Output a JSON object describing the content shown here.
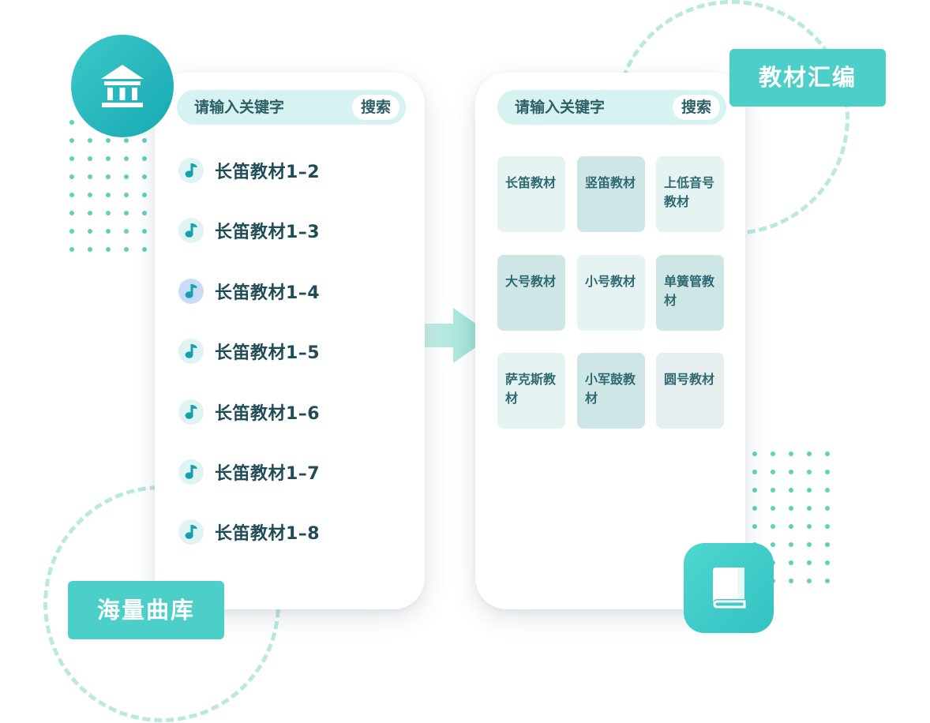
{
  "tags": {
    "library": "海量曲库",
    "compilation": "教材汇编"
  },
  "left_phone": {
    "search": {
      "placeholder": "请输入关键字",
      "button": "搜索"
    },
    "items": [
      {
        "label": "长笛教材1–2",
        "icon": "music-note-icon",
        "active": false
      },
      {
        "label": "长笛教材1–3",
        "icon": "music-note-icon",
        "active": false
      },
      {
        "label": "长笛教材1–4",
        "icon": "music-note-icon",
        "active": true
      },
      {
        "label": "长笛教材1–5",
        "icon": "music-note-icon",
        "active": false
      },
      {
        "label": "长笛教材1–6",
        "icon": "music-note-icon",
        "active": false
      },
      {
        "label": "长笛教材1–7",
        "icon": "music-note-icon",
        "active": false
      },
      {
        "label": "长笛教材1–8",
        "icon": "music-note-icon",
        "active": false
      }
    ]
  },
  "right_phone": {
    "search": {
      "placeholder": "请输入关键字",
      "button": "搜索"
    },
    "tiles": [
      {
        "label": "长笛教材"
      },
      {
        "label": "竖笛教材"
      },
      {
        "label": "上低音号教材"
      },
      {
        "label": "大号教材"
      },
      {
        "label": "小号教材"
      },
      {
        "label": "单簧管教材"
      },
      {
        "label": "萨克斯教材"
      },
      {
        "label": "小军鼓教材"
      },
      {
        "label": "圆号教材"
      }
    ]
  },
  "icons": {
    "top_badge": "bank-building-icon",
    "bottom_badge": "book-icon",
    "arrow": "arrow-right-icon"
  },
  "colors": {
    "accent": "#4ccfc9",
    "list_text": "#1f4c56",
    "search_bg": "#d6f2f1"
  }
}
